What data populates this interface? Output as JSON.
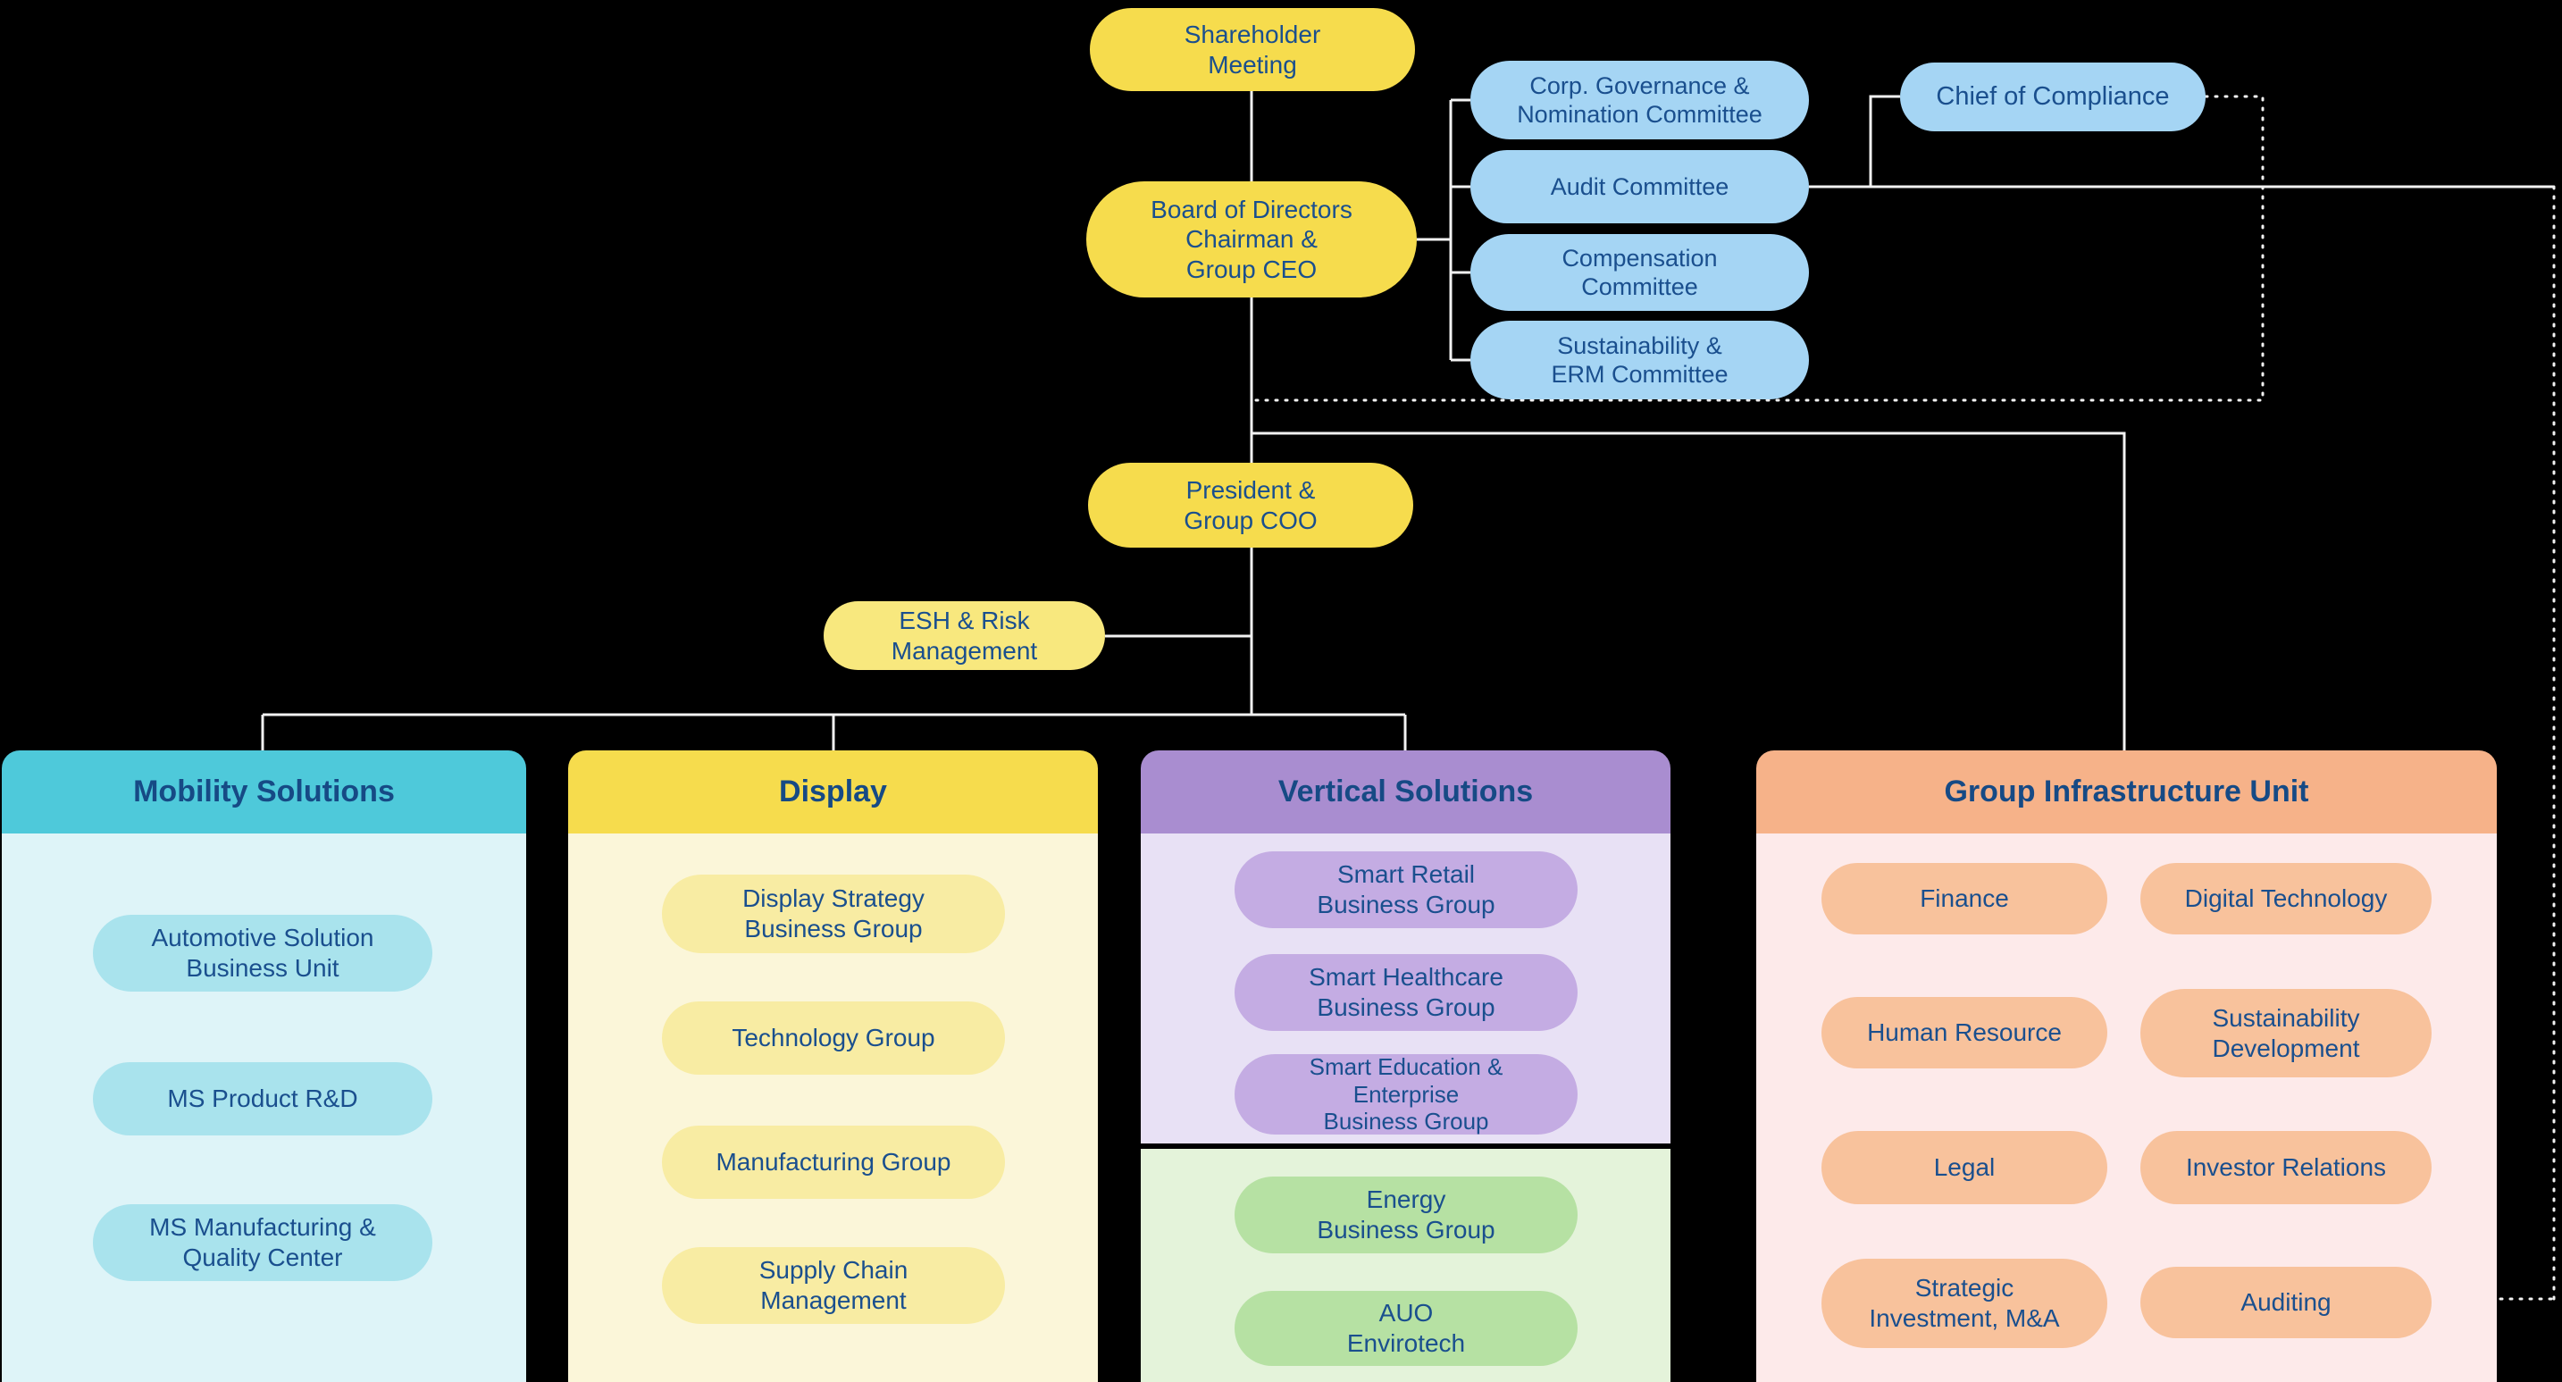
{
  "colors": {
    "background": "#000000",
    "yellow_node": "#f6dc4d",
    "pale_yellow_node": "#f8e87e",
    "blue_node": "#a5d5f4",
    "text_navy": "#1a4f8e",
    "connector_line": "#f2f2f2",
    "mobility_header": "#4ec9da",
    "mobility_body": "#def4f8",
    "mobility_pill": "#a9e3ed",
    "display_header": "#f6dc4d",
    "display_body": "#fbf6d9",
    "display_pill": "#f8eca3",
    "vertical_header": "#a98dd0",
    "vertical_body": "#e8e1f5",
    "vertical_pill": "#c4ace3",
    "green_body": "#e4f3da",
    "green_pill": "#b6e1a3",
    "giu_header": "#f6b289",
    "giu_body": "#fdeaea",
    "giu_pill": "#f8c29c"
  },
  "nodes": {
    "shareholder": {
      "label": "Shareholder\nMeeting"
    },
    "board": {
      "label": "Board of Directors\nChairman &\nGroup CEO"
    },
    "president": {
      "label": "President &\nGroup COO"
    },
    "esh": {
      "label": "ESH & Risk\nManagement"
    },
    "chief_compliance": {
      "label": "Chief of Compliance"
    }
  },
  "committees": [
    {
      "label": "Corp. Governance &\nNomination Committee"
    },
    {
      "label": "Audit Committee"
    },
    {
      "label": "Compensation\nCommittee"
    },
    {
      "label": "Sustainability &\nERM Committee"
    }
  ],
  "columns": [
    {
      "title": "Mobility Solutions",
      "items": [
        {
          "label": "Automotive Solution\nBusiness Unit"
        },
        {
          "label": "MS Product R&D"
        },
        {
          "label": "MS Manufacturing &\nQuality Center"
        }
      ]
    },
    {
      "title": "Display",
      "items": [
        {
          "label": "Display Strategy\nBusiness Group"
        },
        {
          "label": "Technology Group"
        },
        {
          "label": "Manufacturing Group"
        },
        {
          "label": "Supply Chain\nManagement"
        }
      ]
    },
    {
      "title": "Vertical Solutions",
      "items": [
        {
          "label": "Smart Retail\nBusiness Group"
        },
        {
          "label": "Smart Healthcare\nBusiness Group"
        },
        {
          "label": "Smart Education &\nEnterprise\nBusiness Group"
        }
      ],
      "green_items": [
        {
          "label": "Energy\nBusiness Group"
        },
        {
          "label": "AUO\nEnvirotech"
        }
      ]
    },
    {
      "title": "Group Infrastructure Unit",
      "left_items": [
        {
          "label": "Finance"
        },
        {
          "label": "Human Resource"
        },
        {
          "label": "Legal"
        },
        {
          "label": "Strategic\nInvestment, M&A"
        }
      ],
      "right_items": [
        {
          "label": "Digital Technology"
        },
        {
          "label": "Sustainability\nDevelopment"
        },
        {
          "label": "Investor Relations"
        },
        {
          "label": "Auditing"
        }
      ]
    }
  ]
}
